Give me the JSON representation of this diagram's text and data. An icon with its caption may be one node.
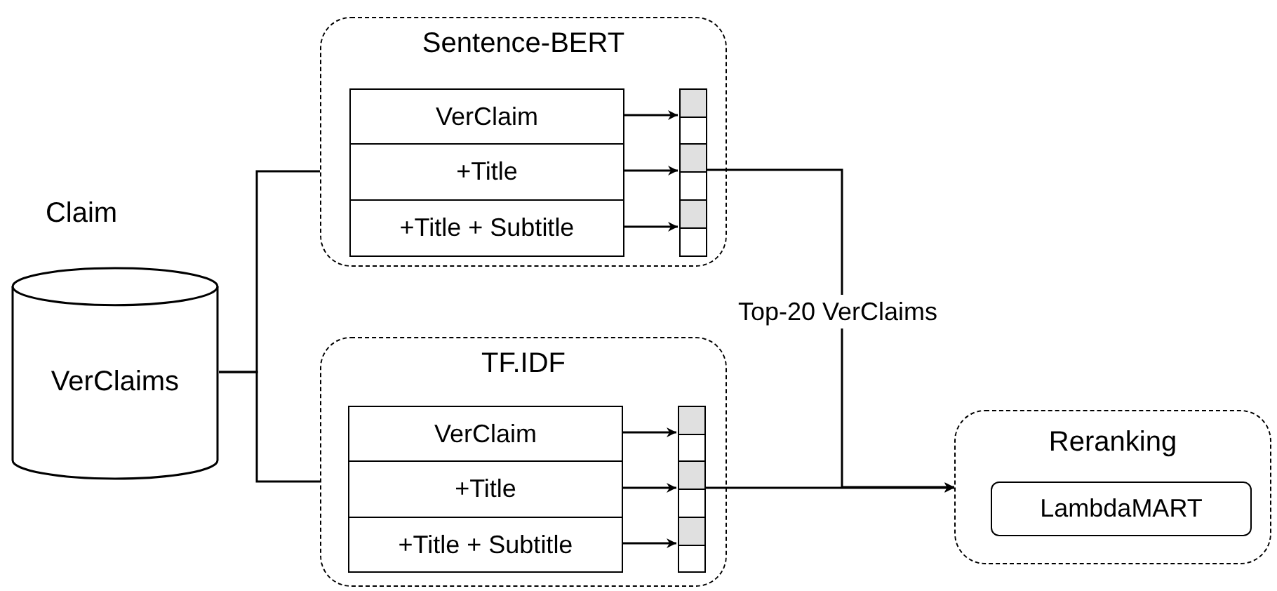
{
  "diagram": {
    "nodes": [
      {
        "text": [
          "Claim",
          "VerClaims"
        ]
      },
      {
        "text": [
          "Sentence-BERT"
        ]
      },
      {
        "text": [
          "VerClaim"
        ],
        "in": 1
      },
      {
        "text": [
          "+Title"
        ],
        "in": 1
      },
      {
        "text": [
          "+Title + Subtitle"
        ],
        "in": 1
      },
      {
        "text": [],
        "shape": "bar",
        "in": 1
      },
      {
        "text": [],
        "shape": "bar",
        "in": 1
      },
      {
        "text": [],
        "shape": "bar",
        "in": 1
      },
      {
        "text": [
          "TF.IDF"
        ]
      },
      {
        "text": [
          "VerClaim"
        ],
        "in": 8
      },
      {
        "text": [
          "+Title"
        ],
        "in": 8
      },
      {
        "text": [
          "+Title + Subtitle"
        ],
        "in": 8
      },
      {
        "text": [],
        "shape": "bar",
        "in": 8
      },
      {
        "text": [],
        "shape": "bar",
        "in": 8
      },
      {
        "text": [],
        "shape": "bar",
        "in": 8
      },
      {
        "text": [
          "Reranking"
        ]
      },
      {
        "text": [
          "LambdaMART"
        ],
        "in": 15
      }
    ],
    "edges": [
      {
        "from": 0,
        "to": 1,
        "arrow": "none"
      },
      {
        "from": 0,
        "to": 8,
        "arrow": "none"
      },
      {
        "from": 2,
        "to": 5,
        "arrow": "to"
      },
      {
        "from": 3,
        "to": 6,
        "arrow": "to"
      },
      {
        "from": 4,
        "to": 7,
        "arrow": "to"
      },
      {
        "from": 9,
        "to": 12,
        "arrow": "to"
      },
      {
        "from": 10,
        "to": 13,
        "arrow": "to"
      },
      {
        "from": 11,
        "to": 14,
        "arrow": "to"
      },
      {
        "from": 6,
        "to": 15,
        "arrow": "to",
        "label": "Top-20 VerClaims"
      },
      {
        "from": 13,
        "to": 15,
        "arrow": "to"
      }
    ]
  }
}
